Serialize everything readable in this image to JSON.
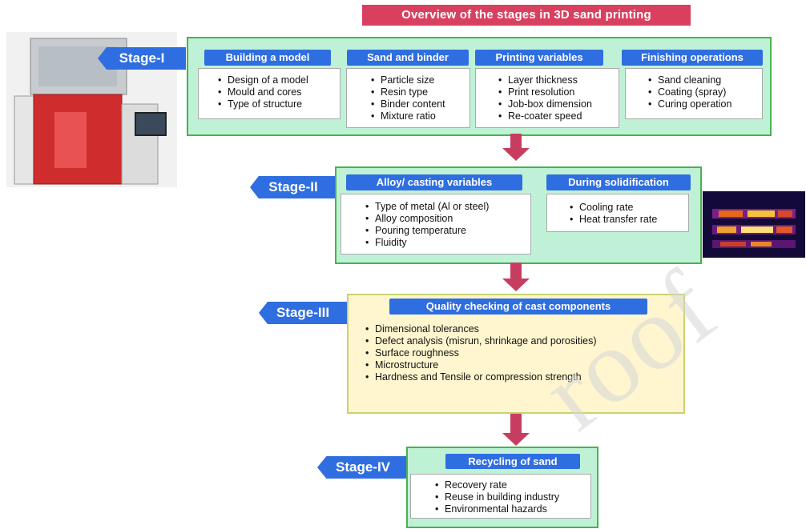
{
  "title": "Overview of the stages in 3D sand printing",
  "stages": {
    "s1": {
      "label": "Stage-I",
      "columns": [
        {
          "heading": "Building a model",
          "items": [
            "Design of a model",
            "Mould and cores",
            "Type of structure"
          ]
        },
        {
          "heading": "Sand and binder",
          "items": [
            "Particle size",
            "Resin type",
            "Binder content",
            "Mixture ratio"
          ]
        },
        {
          "heading": "Printing variables",
          "items": [
            "Layer thickness",
            "Print resolution",
            "Job-box dimension",
            "Re-coater speed"
          ]
        },
        {
          "heading": "Finishing operations",
          "items": [
            "Sand cleaning",
            "Coating (spray)",
            "Curing operation"
          ]
        }
      ]
    },
    "s2": {
      "label": "Stage-II",
      "columns": [
        {
          "heading": "Alloy/ casting variables",
          "items": [
            "Type of metal (Al or steel)",
            "Alloy composition",
            "Pouring temperature",
            "Fluidity"
          ]
        },
        {
          "heading": "During solidification",
          "items": [
            "Cooling rate",
            "Heat transfer rate"
          ]
        }
      ]
    },
    "s3": {
      "label": "Stage-III",
      "heading": "Quality checking of cast components",
      "items": [
        "Dimensional tolerances",
        "Defect analysis (misrun, shrinkage and porosities)",
        "Surface roughness",
        "Microstructure",
        "Hardness and Tensile or compression strength"
      ]
    },
    "s4": {
      "label": "Stage-IV",
      "heading": "Recycling of sand",
      "items": [
        "Recovery rate",
        "Reuse in building industry",
        "Environmental hazards"
      ]
    }
  },
  "watermark": "roof"
}
